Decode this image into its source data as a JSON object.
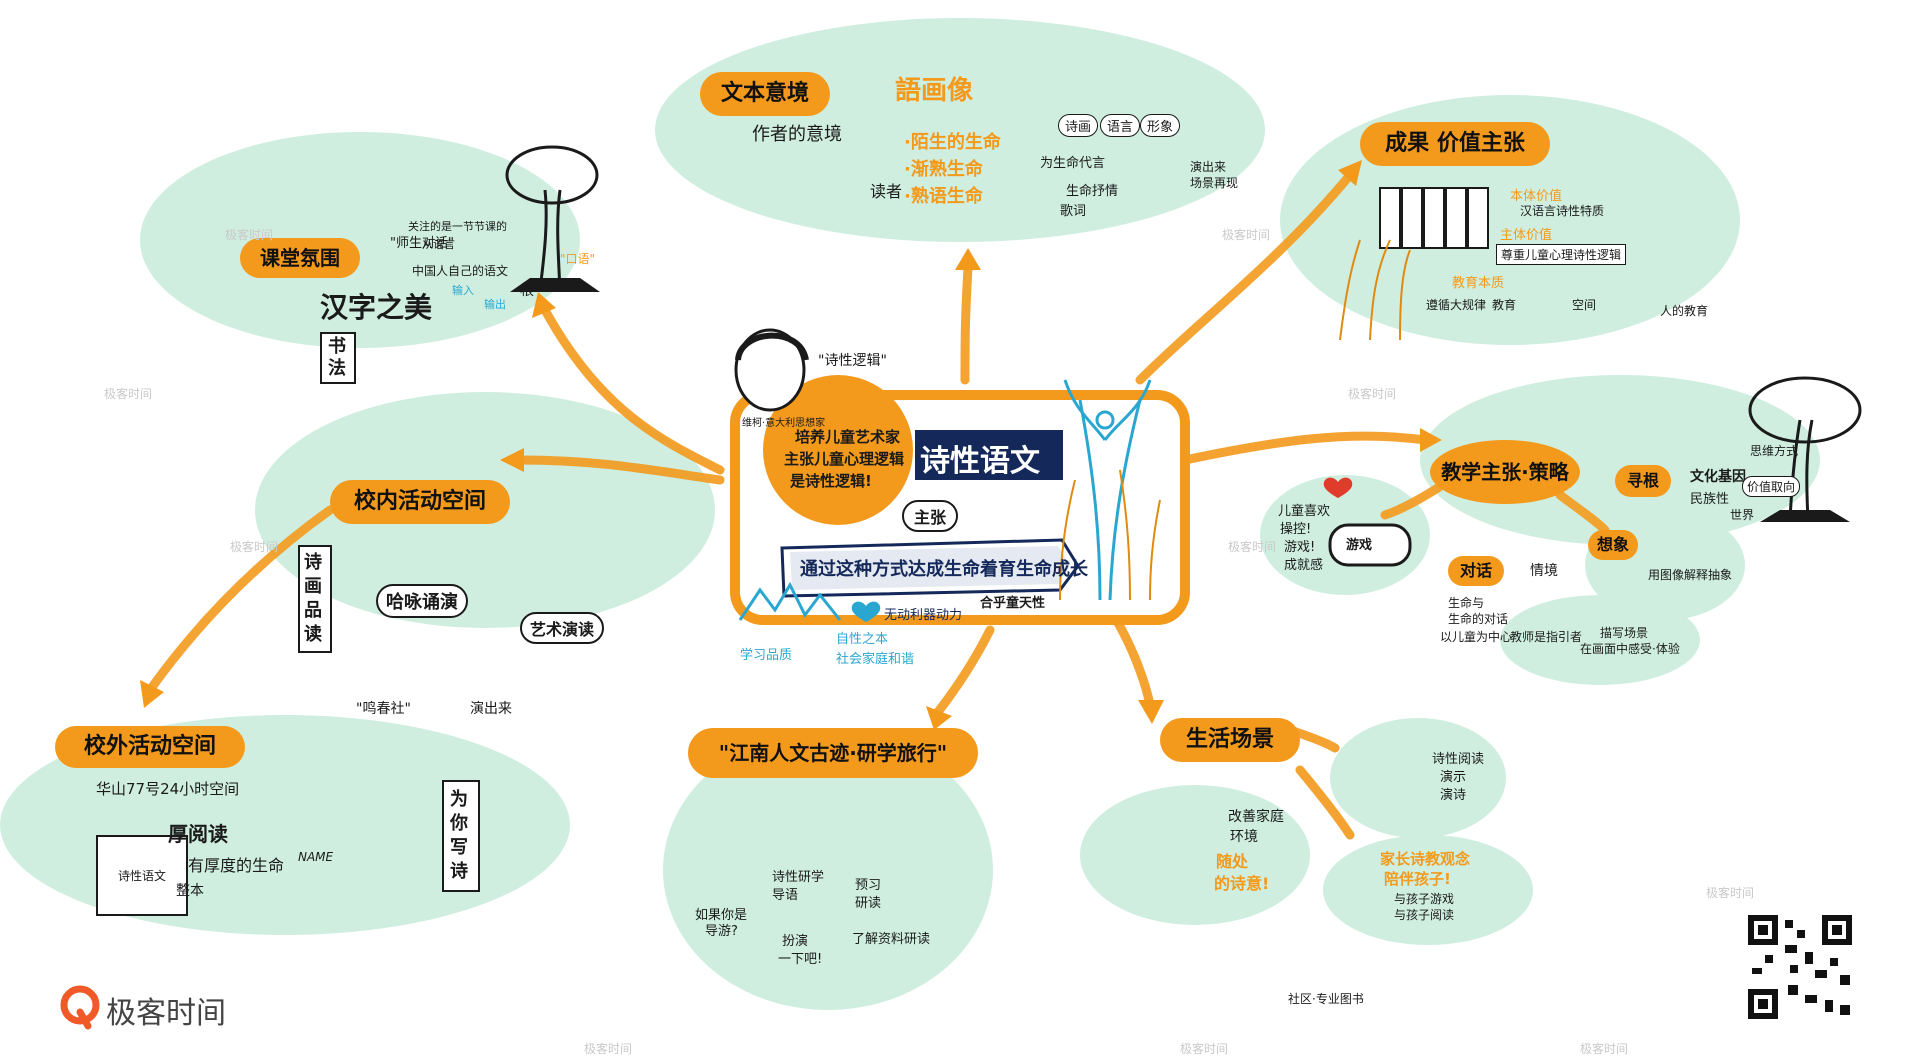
{
  "colors": {
    "bubble": "#cfeee0",
    "accent": "#f39a1c",
    "ink": "#1a1a1a",
    "navy": "#14285a",
    "cyan": "#2aa7d0"
  },
  "center": {
    "title": "诗性语文",
    "text1": "培养儿童艺术家",
    "text2": "主张儿童心理逻辑",
    "text3": "是诗性逻辑!",
    "quote_label": "\"诗性逻辑\"",
    "person_caption": "维柯·意大利思想家",
    "zhuzhang": "主张",
    "banner": "通过这种方式达成生命着育生命成长",
    "heart_text": "无动利器动力",
    "fit_text": "合乎童天性",
    "left_small_1": "学习品质",
    "left_small_2": "社会家庭和谐",
    "right_small": "自性之本"
  },
  "wenben": {
    "tag": "文本意境",
    "cloud": "語画像",
    "author_scene": "作者的意境",
    "reader": "读者",
    "line1": "·陌生的生命",
    "line2": "·渐熟生命",
    "line3": "·熟语生命",
    "poem_chips": [
      "诗画",
      "语言",
      "形象"
    ],
    "substitute": "为生命代言",
    "lyric": "生命抒情",
    "song": "歌词",
    "show": "演出来",
    "show2": "场景再现"
  },
  "ketang": {
    "tag": "课堂氛围",
    "dialog": "\"师生对话\"",
    "hint": "从语言",
    "tree_text1": "关注的是一节节课的",
    "tree_text2": "中国人自己的语文",
    "root": "根",
    "trunk": "\"口语\"",
    "in": "输入",
    "out": "输出",
    "hanzi": "汉字之美",
    "shufa": "书法"
  },
  "chengguo": {
    "tag": "成果",
    "tag2": "价值主张",
    "a1": "本体价值",
    "a2": "汉语言诗性特质",
    "a3": "主体价值",
    "a4": "尊重儿童心理诗性逻辑",
    "edu": "教育本质",
    "flow1": "遵循大规律",
    "flow2": "教育",
    "flow3": "空间",
    "flow4": "人的教育"
  },
  "jiaoxue": {
    "tag": "教学主张·策略",
    "xungen": "寻根",
    "minzu": "民族性",
    "wenhua": "文化基因",
    "bianchangxing": "思维方式",
    "value": "价值取向",
    "shijie": "世界",
    "xiang": "想象",
    "ganxiang": "用图像解释抽象",
    "like": "儿童喜欢",
    "game1": "操控!",
    "game2": "游戏!",
    "game3": "成就感",
    "game": "游戏",
    "duihua": "对话",
    "shengming": "生命与",
    "shengming2": "生命的对话",
    "center_child": "以儿童为中心",
    "teacher": "教师是指引者",
    "qing": "情境",
    "qing_text": "描写场景",
    "qing_text2": "在画面中感受·体验"
  },
  "xiaonei": {
    "tag": "校内活动空间",
    "scroll": "诗画品读",
    "recite": "哈咏诵演",
    "art": "艺术演读",
    "club": "\"鸣春社\"",
    "act": "演出来"
  },
  "xiaowai": {
    "tag": "校外活动空间",
    "line1": "华山77号24小时空间",
    "book": "诗性语文",
    "read": "厚阅读",
    "deep": "有厚度的生命",
    "whole": "整本",
    "name": "NAME",
    "scroll": "为你写诗"
  },
  "jiangnan": {
    "tag": "\"江南人文古迹·研学旅行\"",
    "q1": "如果你是",
    "q2": "导游?",
    "guide1": "诗性研学",
    "guide2": "导语",
    "prep1": "预习",
    "prep2": "研读",
    "act1": "扮演",
    "act2": "一下吧!",
    "learn": "了解资料研读"
  },
  "shenghuo": {
    "tag": "生活场景",
    "home1": "改善家庭",
    "home2": "环境",
    "home3": "随处",
    "home4": "的诗意!",
    "read1": "诗性阅读",
    "read2": "演示",
    "read3": "演诗",
    "family1": "家长诗教观念",
    "family2": "陪伴孩子!",
    "family3": "与孩子游戏",
    "family4": "与孩子阅读",
    "jar": "社区·专业图书"
  },
  "brand": {
    "logo": "极客时间"
  },
  "watermarks": [
    "极客时间",
    "极客时间",
    "极客时间",
    "极客时间",
    "极客时间",
    "极客时间",
    "极客时间",
    "极客时间",
    "极客时间",
    "极客时间"
  ]
}
